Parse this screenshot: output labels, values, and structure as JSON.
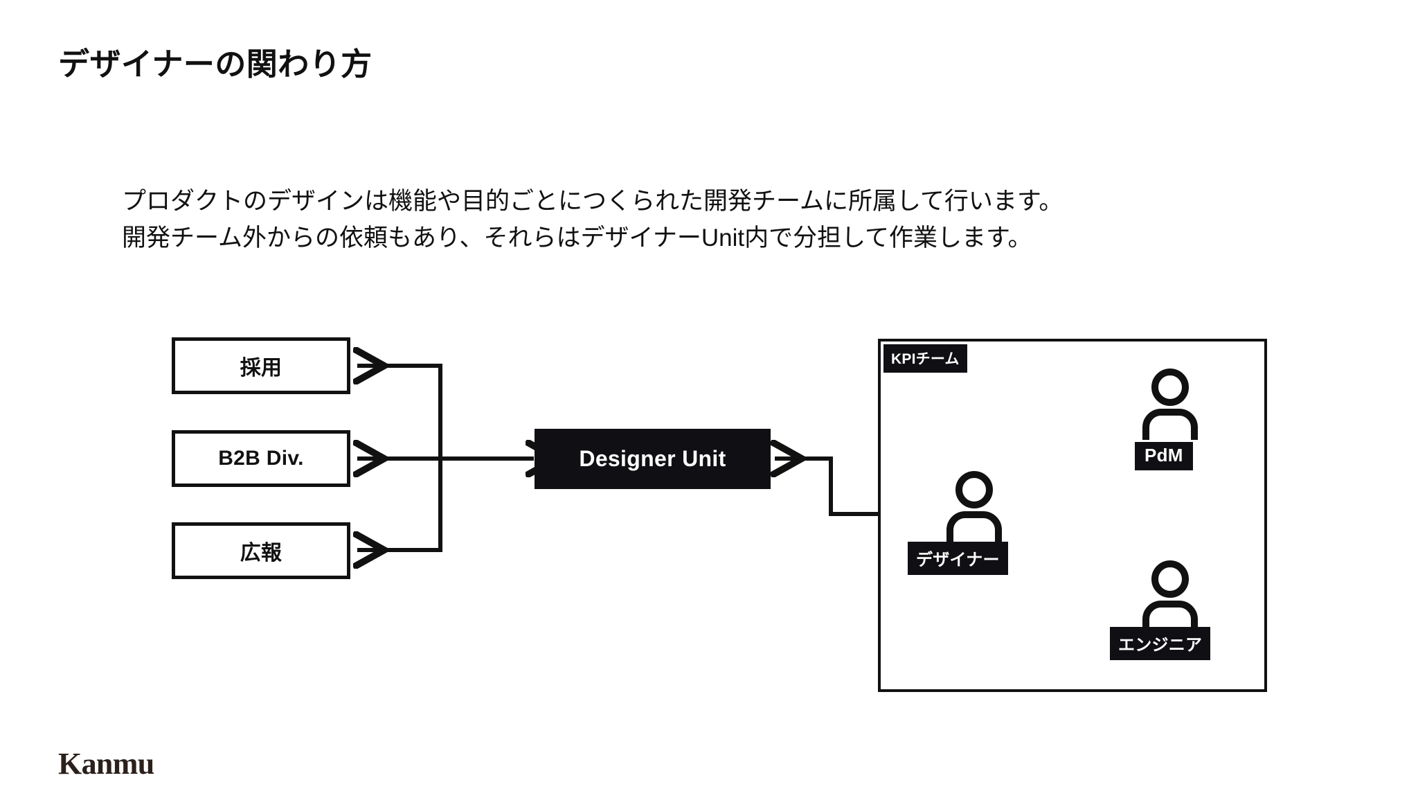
{
  "slide": {
    "title": "デザイナーの関わり方",
    "background_color": "#ffffff",
    "ink_color": "#111111",
    "fill_color": "#101014",
    "logo_color": "#2b201b"
  },
  "body_copy": {
    "line1": "プロダクトのデザインは機能や目的ごとにつくられた開発チームに所属して行います。",
    "line2": "開発チーム外からの依頼もあり、それらはデザイナーUnit内で分担して作業します。"
  },
  "diagram": {
    "departments": [
      {
        "label": "採用"
      },
      {
        "label": "B2B Div."
      },
      {
        "label": "広報"
      }
    ],
    "hub": {
      "label": "Designer Unit"
    },
    "team": {
      "label": "KPIチーム",
      "members": [
        {
          "role": "デザイナー",
          "icon": "person-icon"
        },
        {
          "role": "PdM",
          "icon": "person-icon"
        },
        {
          "role": "エンジニア",
          "icon": "person-icon"
        }
      ]
    }
  },
  "footer": {
    "logo_text": "Kanmu"
  }
}
